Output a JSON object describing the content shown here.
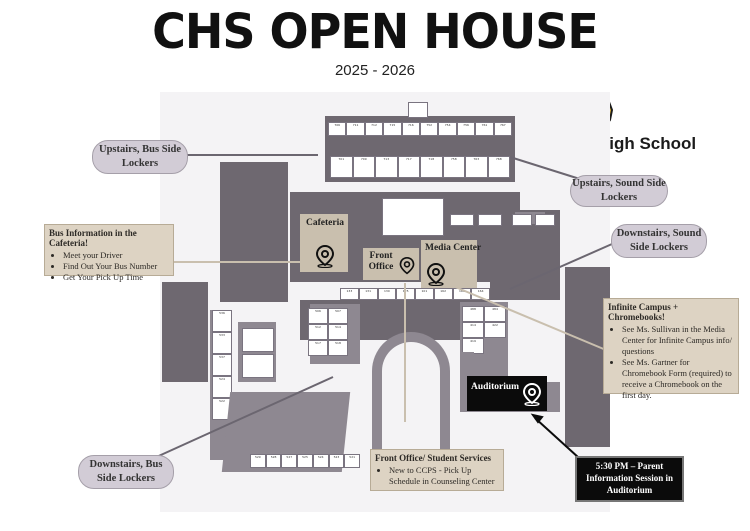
{
  "header": {
    "title": "CHS OPEN HOUSE",
    "year": "2025 - 2026"
  },
  "school": {
    "name": "Croatan High School",
    "logo_icon": "cougar-mascot-icon"
  },
  "callouts": {
    "upstairs_bus": "Upstairs, Bus Side Lockers",
    "upstairs_sound": "Upstairs, Sound Side Lockers",
    "downstairs_sound": "Downstairs, Sound Side Lockers",
    "downstairs_bus": "Downstairs, Bus Side Lockers"
  },
  "bus_info": {
    "title": "Bus Information in the Cafeteria!",
    "items": [
      "Meet your Driver",
      "Find Out Your Bus Number",
      "Get Your Pick Up Time"
    ]
  },
  "infinite_campus": {
    "title": "Infinite Campus + Chromebooks!",
    "items": [
      "See Ms. Sullivan in the Media Center for Infinite Campus info/ questions",
      "See Ms. Gartner for Chromebook Form (required) to receive a Chromebook on the first day."
    ]
  },
  "front_office_box": {
    "title": "Front Office/ Student Services",
    "items": [
      "New to CCPS - Pick Up Schedule in Counseling Center"
    ]
  },
  "parent_session": "5:30 PM – Parent Information Session in Auditorium",
  "map_tags": {
    "cafeteria": "Cafeteria",
    "front_office": "Front Office",
    "media_center": "Media Center",
    "auditorium": "Auditorium"
  },
  "rooms_top": [
    "706",
    "711",
    "712",
    "715",
    "716",
    "752",
    "754",
    "756",
    "761",
    "767"
  ],
  "rooms_second": [
    "701",
    "709",
    "713",
    "717",
    "718",
    "758",
    "763",
    "768"
  ],
  "rooms_center": [
    "133",
    "131",
    "130",
    "125",
    "101",
    "162",
    "163",
    "164"
  ],
  "rooms_left_wing": [
    "536",
    "533",
    "537",
    "524",
    "522",
    "529",
    "528",
    "527",
    "525",
    "524",
    "523",
    "521"
  ],
  "rooms_mid": [
    "506",
    "507",
    "512",
    "514",
    "517",
    "518",
    "488",
    "484",
    "414",
    "422",
    "419"
  ],
  "colors": {
    "pill": "#d2ccd6",
    "box": "#ddd3c3",
    "map_dark": "#6e6870",
    "black": "#0b0b0b"
  }
}
